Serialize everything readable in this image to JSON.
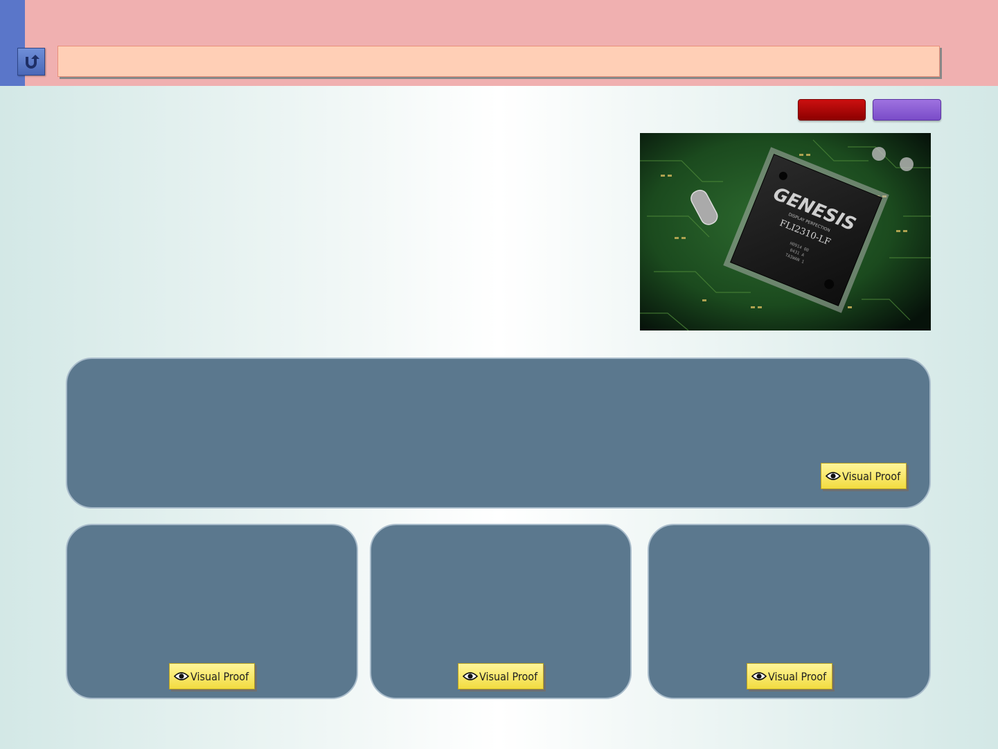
{
  "header": {
    "title": ""
  },
  "navigation": {
    "back_icon": "return-arrow-icon",
    "prev_color": "#a30000",
    "next_color": "#8a5fd6"
  },
  "photo": {
    "chip_brand": "GENESIS",
    "chip_tagline": "DISPLAY PERFECTION",
    "chip_model": "FLI2310-LF",
    "chip_line1": "H0914 00",
    "chip_line2": "0431 A",
    "chip_line3": "TAIWAN 1"
  },
  "panels": {
    "top": {
      "button_label": "Visual Proof"
    },
    "left": {
      "button_label": "Visual Proof"
    },
    "middle": {
      "button_label": "Visual Proof"
    },
    "right": {
      "button_label": "Visual Proof"
    }
  },
  "colors": {
    "header": "#f0b0b0",
    "title_bar": "#ffcfb6",
    "panel": "#5b788e",
    "button": "#f7e55a"
  }
}
